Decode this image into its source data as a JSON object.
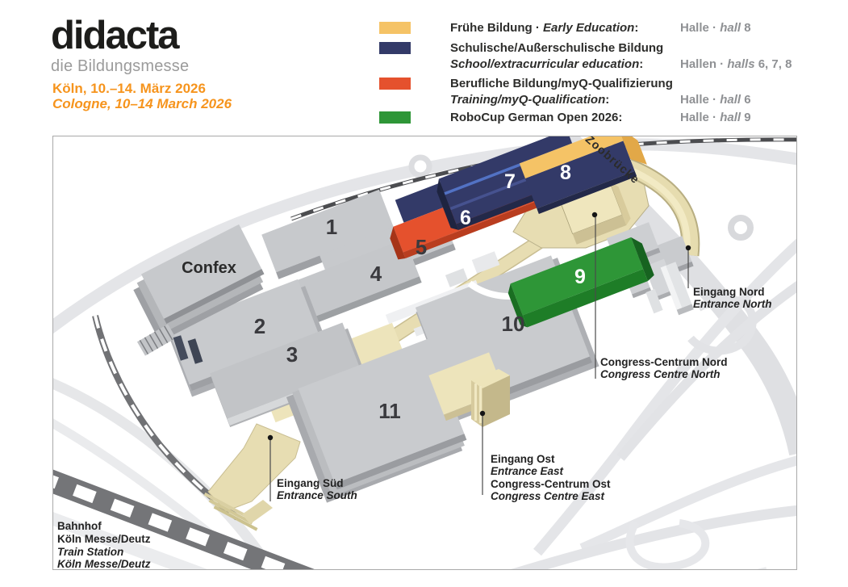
{
  "header": {
    "logo_title": "didacta",
    "logo_subtitle": "die Bildungsmesse",
    "date_de": "Köln, 10.–14. März 2026",
    "date_en": "Cologne, 10–14 March 2026"
  },
  "legend": {
    "items": [
      {
        "name": "early-education",
        "t1": "Frühe Bildung · ",
        "t1i": "Early Education",
        "t1s": ":",
        "hall_de": "Halle · ",
        "hall_it": "hall",
        "hall_num": " 8"
      },
      {
        "name": "school-education",
        "t1": "Schulische/Außerschulische Bildung",
        "t2i": "School/extracurricular education",
        "t2s": ":",
        "hall_de": "Hallen · ",
        "hall_it": "halls",
        "hall_num": " 6, 7, 8"
      },
      {
        "name": "training",
        "t1": "Berufliche Bildung/myQ-Qualifizierung",
        "t2i": "Training/myQ-Qualification",
        "t2s": ":",
        "hall_de": "Halle · ",
        "hall_it": "hall",
        "hall_num": " 6"
      },
      {
        "name": "robocup",
        "t1": "RoboCup German Open 2026:",
        "hall_de": "Halle · ",
        "hall_it": "hall",
        "hall_num": " 9"
      }
    ]
  },
  "map": {
    "halls": {
      "h1": "1",
      "h2": "2",
      "h3": "3",
      "h4": "4",
      "h5": "5",
      "h6": "6",
      "h7": "7",
      "h8": "8",
      "h9": "9",
      "h10": "10",
      "h11": "11",
      "confex": "Confex"
    },
    "labels": {
      "zoobruecke": "Zoobrücke",
      "eingang_nord_de": "Eingang Nord",
      "eingang_nord_en": "Entrance North",
      "ccn_de": "Congress-Centrum Nord",
      "ccn_en": "Congress Centre North",
      "eingang_ost_de": "Eingang Ost",
      "eingang_ost_en": "Entrance East",
      "cco_de": "Congress-Centrum Ost",
      "cco_en": "Congress Centre East",
      "eingang_sued_de": "Eingang Süd",
      "eingang_sued_en": "Entrance South",
      "bahnhof_l1": "Bahnhof",
      "bahnhof_l2": "Köln Messe/Deutz",
      "bahnhof_l3": "Train Station",
      "bahnhof_l4": "Köln Messe/Deutz"
    }
  },
  "colors": {
    "accent_orange": "#F6941D",
    "cat_early_yellow": "#F5C366",
    "cat_school_navy": "#333A68",
    "cat_training_red": "#E5512D",
    "cat_robocup_green": "#2E9637",
    "tan_boulevard": "#E7DDB2",
    "tan_light": "#EDE4BB",
    "hall_gray": "#C9CBCE",
    "text_dark": "#2D2D2B",
    "text_gray": "#8F9194"
  }
}
